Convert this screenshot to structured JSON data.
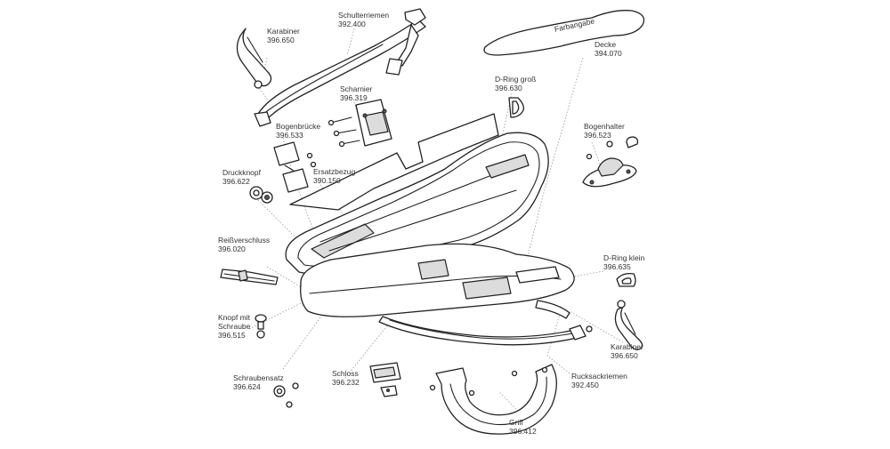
{
  "diagram": {
    "parts": [
      {
        "id": "karabiner-top",
        "name": "Karabiner",
        "code": "396.650"
      },
      {
        "id": "schulterriemen",
        "name": "Schulterriemen",
        "code": "392.400"
      },
      {
        "id": "farbangabe",
        "name": "Farbangabe",
        "code": ""
      },
      {
        "id": "decke",
        "name": "Decke",
        "code": "394.070"
      },
      {
        "id": "scharnier",
        "name": "Scharnier",
        "code": "396.319"
      },
      {
        "id": "d-ring-gross",
        "name": "D-Ring groß",
        "code": "396.630"
      },
      {
        "id": "bogenbruecke",
        "name": "Bogenbrücke",
        "code": "396.533"
      },
      {
        "id": "bogenhalter",
        "name": "Bogenhalter",
        "code": "396.523"
      },
      {
        "id": "ersatzbezug",
        "name": "Ersatzbezug",
        "code": "390.150"
      },
      {
        "id": "druckknopf",
        "name": "Druckknopf",
        "code": "396.622"
      },
      {
        "id": "reissverschluss",
        "name": "Reißverschluss",
        "code": "396.020"
      },
      {
        "id": "d-ring-klein",
        "name": "D-Ring klein",
        "code": "396.635"
      },
      {
        "id": "knopf-mit-schraube",
        "name": "Knopf mit Schraube",
        "name_lines": [
          "Knopf mit",
          "Schraube"
        ],
        "code": "396.515"
      },
      {
        "id": "karabiner-bottom",
        "name": "Karabiner",
        "code": "396.650"
      },
      {
        "id": "schraubensatz",
        "name": "Schraubensatz",
        "code": "396.624"
      },
      {
        "id": "schloss",
        "name": "Schloss",
        "code": "396.232"
      },
      {
        "id": "rucksackriemen",
        "name": "Rucksackriemen",
        "code": "392.450"
      },
      {
        "id": "griff",
        "name": "Griff",
        "code": "396.412"
      }
    ]
  },
  "colors": {
    "stroke": "#222222",
    "fill": "#ffffff",
    "shade": "#dcdcdc",
    "leader": "#888888"
  }
}
